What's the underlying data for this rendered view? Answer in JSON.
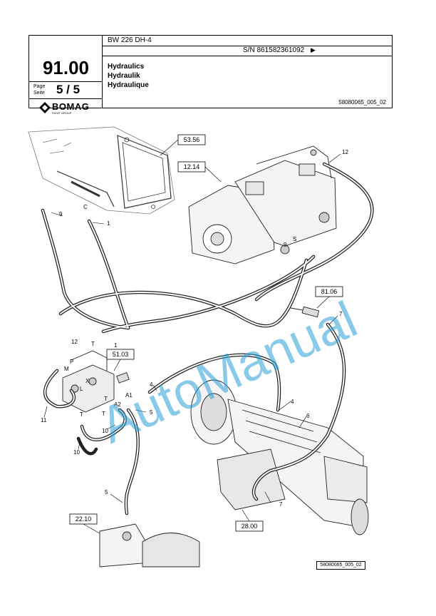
{
  "header": {
    "model": "BW 226 DH-4",
    "serial": "S/N 861582361092",
    "chapter": "91.00",
    "page_label_1": "Page",
    "page_label_2": "Seite",
    "page_number": "5 / 5",
    "brand": "BOMAG",
    "brand_sub": "FAYAT GROUP",
    "title_en": "Hydraulics",
    "title_de": "Hydraulik",
    "title_fr": "Hydraulique",
    "doc_ref": "58080065_005_02"
  },
  "watermark": "AutoManual",
  "callout_boxes": [
    "53.56",
    "12.14",
    "81.06",
    "51.03",
    "22.10",
    "28.00"
  ],
  "callouts": {
    "c12_top": "12",
    "c9_left": "9",
    "c1_top": "1",
    "c9_right": "9",
    "c7_right": "7",
    "c12_left": "12",
    "c1_mid": "1",
    "c4_left": "4",
    "c4_right": "4",
    "c5_mid": "5",
    "c6": "6",
    "c11": "11",
    "c10_a": "10",
    "c10_b": "10",
    "c5_low": "5",
    "c7_low": "7",
    "p_M": "M",
    "p_P": "P",
    "p_T": "T",
    "p_X": "X",
    "p_L": "L",
    "p_A1": "A1",
    "p_A2": "A2",
    "p_T2": "T",
    "p_T3": "T",
    "p_S": "S",
    "p_C": "C",
    "p_T4": "T"
  },
  "footer_ref": "58080065_005_02"
}
